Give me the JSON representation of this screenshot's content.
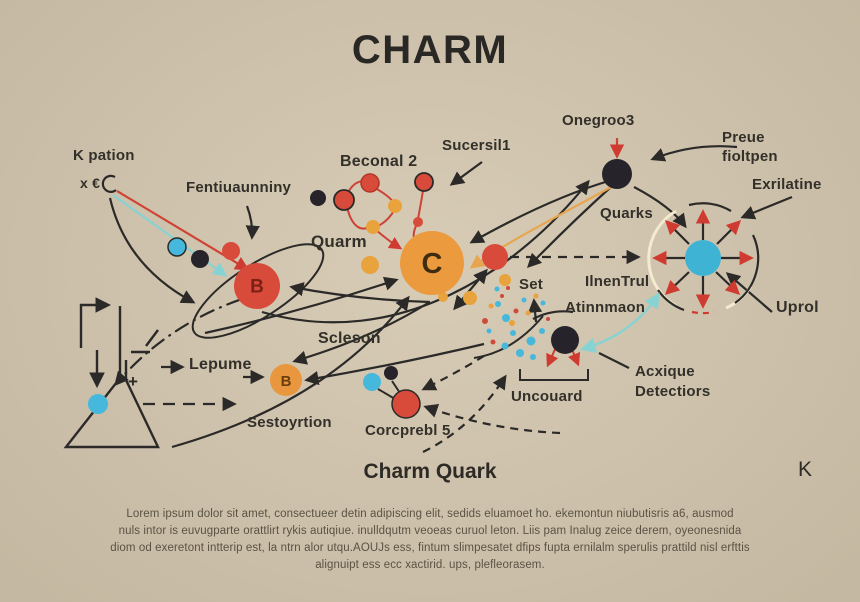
{
  "title": "CHARM",
  "subtitle": "Charm Quark",
  "corner_mark": "K",
  "colors": {
    "background": "#d3c6ae",
    "ink": "#2b2a28",
    "red": "#d84a38",
    "orange": "#e9973e",
    "light_orange": "#e8a54f",
    "blue": "#41b6d8",
    "teal_arrow": "#87d2d2",
    "cream_arc": "#f3ead0",
    "paragraph_text": "#5a5243"
  },
  "labels": {
    "k_pation": "K pation",
    "x_euro": "x €",
    "fentiuaunniny": "Fentiuaunniny",
    "beconal": "Beconal 2",
    "sucersil": "Sucersil1",
    "onegroo": "Onegroo3",
    "preue_line1": "Preue",
    "preue_line2": "fioltpen",
    "quarm": "Quarm",
    "quarks": "Quarks",
    "exrilatine": "Exrilatine",
    "ilnentrul": "IlnenTrul",
    "set": "Set",
    "atinnmaon": "Atinnmaon",
    "uprol": "Uprol",
    "acxique_line1": "Acxique",
    "acxique_line2": "Detectiors",
    "uncouard": "Uncouard",
    "scleson": "Scleson",
    "lepume": "Lepume",
    "sestoyrtion": "Sestoyrtion",
    "corcprebl": "Corcprebl 5",
    "plus_sign": "+"
  },
  "nodes": {
    "b_red_letter": "B",
    "c_orange_letter": "C",
    "b_orange_letter": "B"
  },
  "paragraph": {
    "line1": "Lorem ipsum dolor sit amet, consectueer detin adipiscing elit, sedids eluamoet ho. ekemontun niubutisris a6, ausmod",
    "line2": "nuls intor is euvugparte orattlirt rykis autiqiue. inulldqutm veoeas curuol leton. Liis pam Inalug zeice derem, oyeonesnida",
    "line3": "diom od exeretont intterip est, la ntrn alor utqu.AOUJs ess, fintum slimpesatet dfips fupta ernilalm sperulis prattild nisl erfttis",
    "line4": "alignuipt ess ecc xactirid. ups, plefleorasem."
  }
}
